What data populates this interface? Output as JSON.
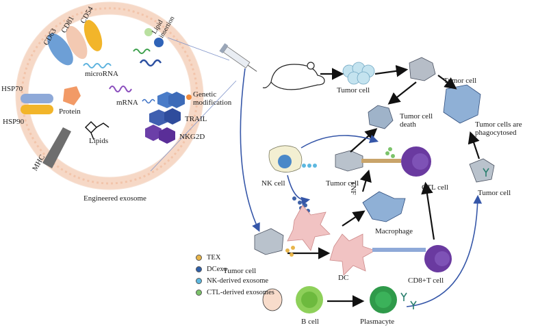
{
  "exosome": {
    "caption": "Engineered exosome",
    "markers": {
      "cd63": "CD63",
      "cd81": "CD81",
      "cd54": "CD54"
    },
    "lipid_insertion": "Lipid insertion",
    "microrna": "microRNA",
    "hsp70": "HSP70",
    "hsp90": "HSP90",
    "protein": "Protein",
    "mrna": "mRNA",
    "genetic_modification": "Genetic modification",
    "trail": "TRAIL",
    "nkg2d": "NKG2D",
    "lipids": "Lipids",
    "mhc": "MHC"
  },
  "pathway": {
    "tumor_cell_mouse": "Tumor cell",
    "tumor_cell_top": "Tumor cell",
    "tumor_cell_death": "Tumor cell death",
    "phagocytosed": "Tumor cells are phagocytosed",
    "nk_cell": "NK cell",
    "tumor_cell_center": "Tumor cell",
    "tnf": "TNF",
    "ctl_cell": "CTL cell",
    "tumor_cell_right": "Tumor cell",
    "macrophage": "Macrophage",
    "tumor_cell_left": "Tumor cell",
    "dc": "DC",
    "cd8_t_cell": "CD8+T cell",
    "b_cell": "B cell",
    "plasmacyte": "Plasmacyte"
  },
  "legend": [
    {
      "label": "TEX",
      "color": "#e8b54a"
    },
    {
      "label": "DCexo",
      "color": "#2e5fa8"
    },
    {
      "label": "NK-derived exosome",
      "color": "#5db8e0"
    },
    {
      "label": "CTL-derived exosomes",
      "color": "#7cc36a"
    }
  ]
}
